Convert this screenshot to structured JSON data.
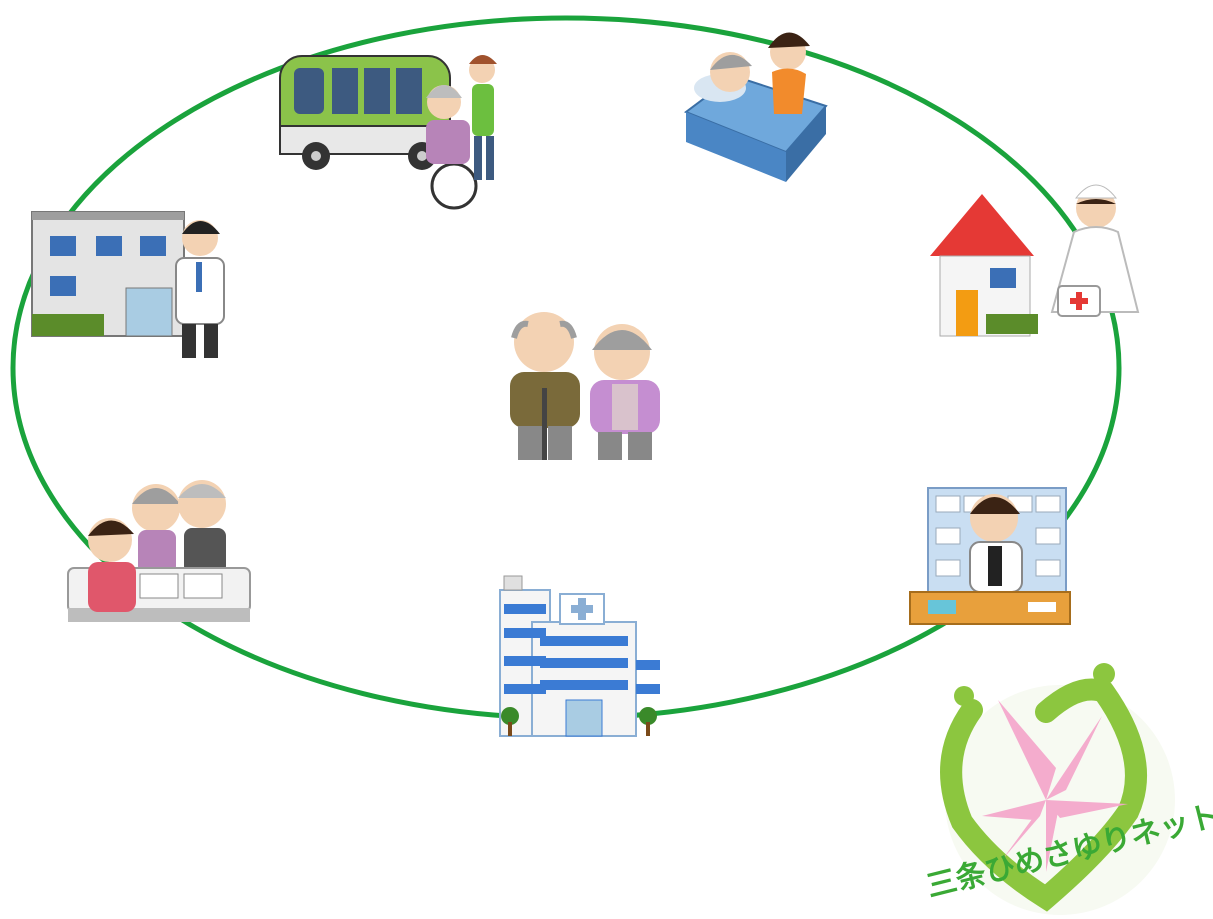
{
  "diagram": {
    "ring_color": "#1aa33c",
    "center": {
      "name": "elderly-couple",
      "icon": "elderly-couple-icon"
    },
    "nodes": [
      {
        "name": "transport-care",
        "icon": "care-van-wheelchair-icon"
      },
      {
        "name": "home-care",
        "icon": "bedside-caregiver-icon"
      },
      {
        "name": "clinic",
        "icon": "clinic-doctor-icon"
      },
      {
        "name": "home-nursing",
        "icon": "visiting-nurse-house-icon"
      },
      {
        "name": "care-consultation",
        "icon": "care-manager-consultation-icon"
      },
      {
        "name": "pharmacy",
        "icon": "pharmacist-icon"
      },
      {
        "name": "hospital",
        "icon": "hospital-building-icon"
      }
    ]
  },
  "logo": {
    "text": "三条ひめさゆりネット",
    "icon": "lily-heart-logo-icon",
    "colors": {
      "heart": "#8cc63f",
      "lily": "#f4a8cc",
      "text": "#3aa935"
    }
  }
}
